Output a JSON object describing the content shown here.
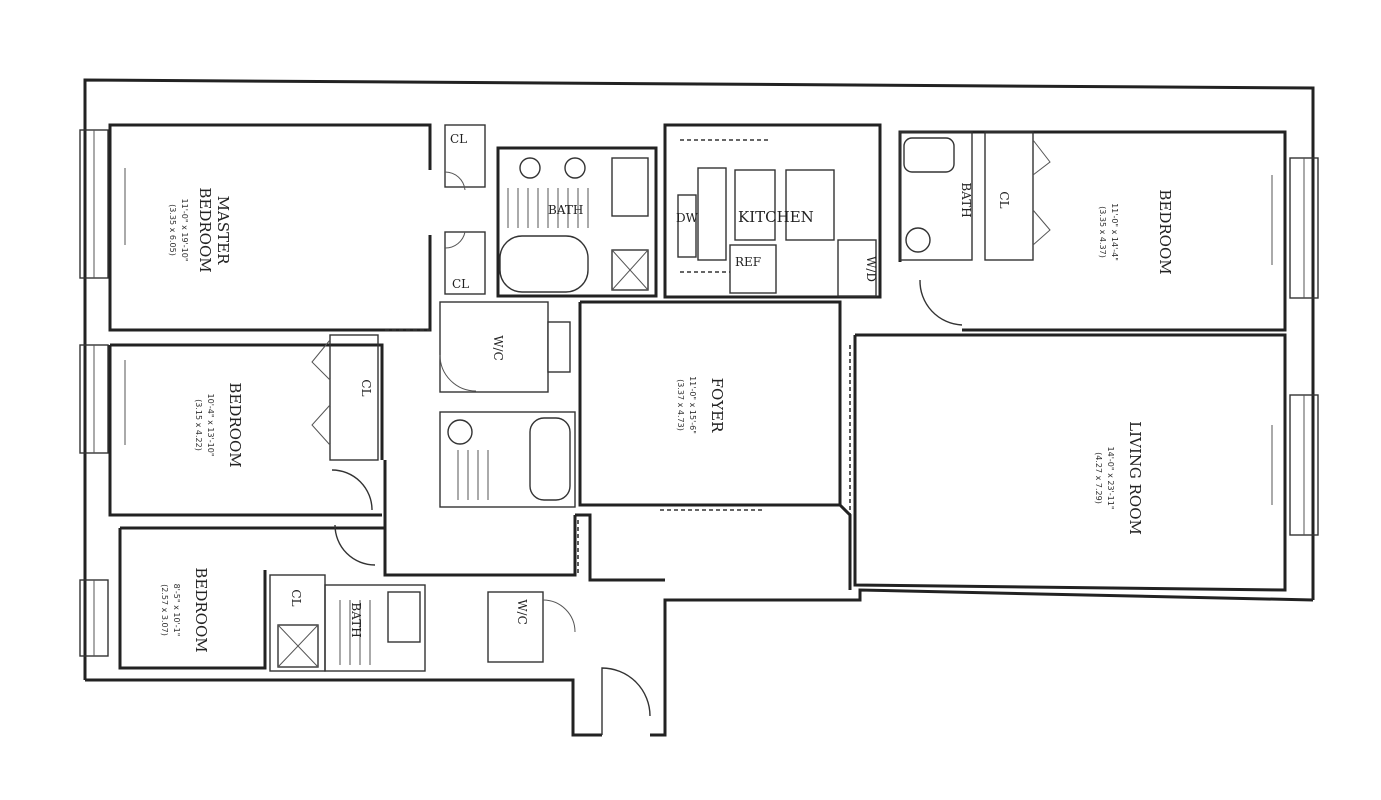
{
  "rooms": {
    "master_bedroom": {
      "name_line1": "MASTER",
      "name_line2": "BEDROOM",
      "dim_imperial": "11'-0\" x 19'-10\"",
      "dim_metric": "(3.35 x 6.05)"
    },
    "bedroom_mid_left": {
      "name": "BEDROOM",
      "dim_imperial": "10'-4\" x 13'-10\"",
      "dim_metric": "(3.15 x 4.22)"
    },
    "bedroom_bottom_left": {
      "name": "BEDROOM",
      "dim_imperial": "8'-5\" x 10'-1\"",
      "dim_metric": "(2.57 x 3.07)"
    },
    "bedroom_right": {
      "name": "BEDROOM",
      "dim_imperial": "11'-0\" x 14'-4\"",
      "dim_metric": "(3.35 x 4.37)"
    },
    "foyer": {
      "name": "FOYER",
      "dim_imperial": "11'-0\" x 15'-6\"",
      "dim_metric": "(3.37 x 4.73)"
    },
    "living_room": {
      "name": "LIVING ROOM",
      "dim_imperial": "14'-0\" x 23'-11\"",
      "dim_metric": "(4.27 x 7.29)"
    }
  },
  "labels": {
    "kitchen": "KITCHEN",
    "bath_top": "BATH",
    "bath_right": "BATH",
    "bath_bottom": "BATH",
    "cl_top": "CL",
    "cl_lower": "CL",
    "cl_mid": "CL",
    "cl_right": "CL",
    "cl_bottom": "CL",
    "wc_mid": "W/C",
    "wc_bottom": "W/C",
    "dw": "DW",
    "ref": "REF",
    "wd": "W/D"
  },
  "colors": {
    "ink": "#222222",
    "paper": "#ffffff"
  }
}
